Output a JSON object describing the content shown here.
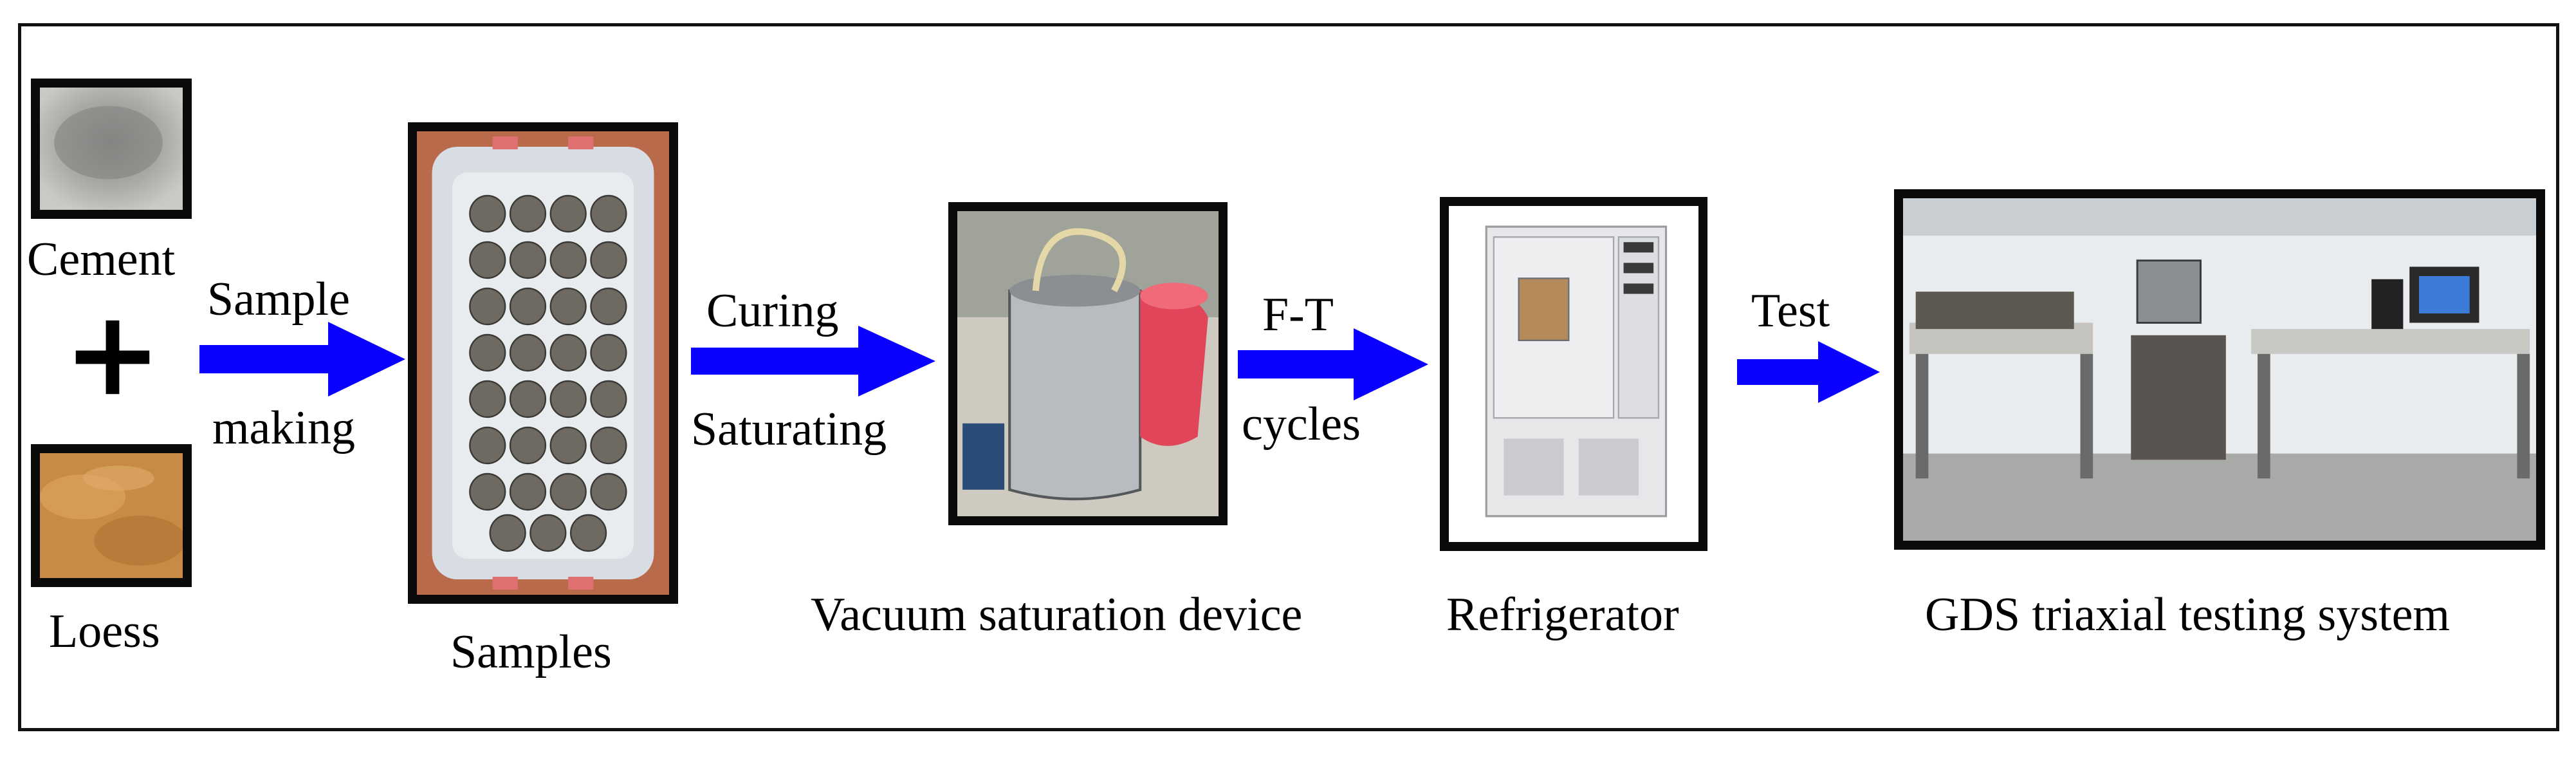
{
  "labels": {
    "cement": "Cement",
    "loess": "Loess",
    "samples": "Samples",
    "vacuum": "Vacuum saturation device",
    "refrigerator": "Refrigerator",
    "gds": "GDS triaxial testing system"
  },
  "steps": {
    "sample_making_1": "Sample",
    "sample_making_2": "making",
    "curing": "Curing",
    "saturating": "Saturating",
    "ft_1": "F-T",
    "ft_2": "cycles",
    "test": "Test"
  },
  "colors": {
    "arrow": "#0a00ff",
    "frame": "#111111"
  },
  "icons": [
    "plus-icon",
    "arrow-right-icon"
  ]
}
